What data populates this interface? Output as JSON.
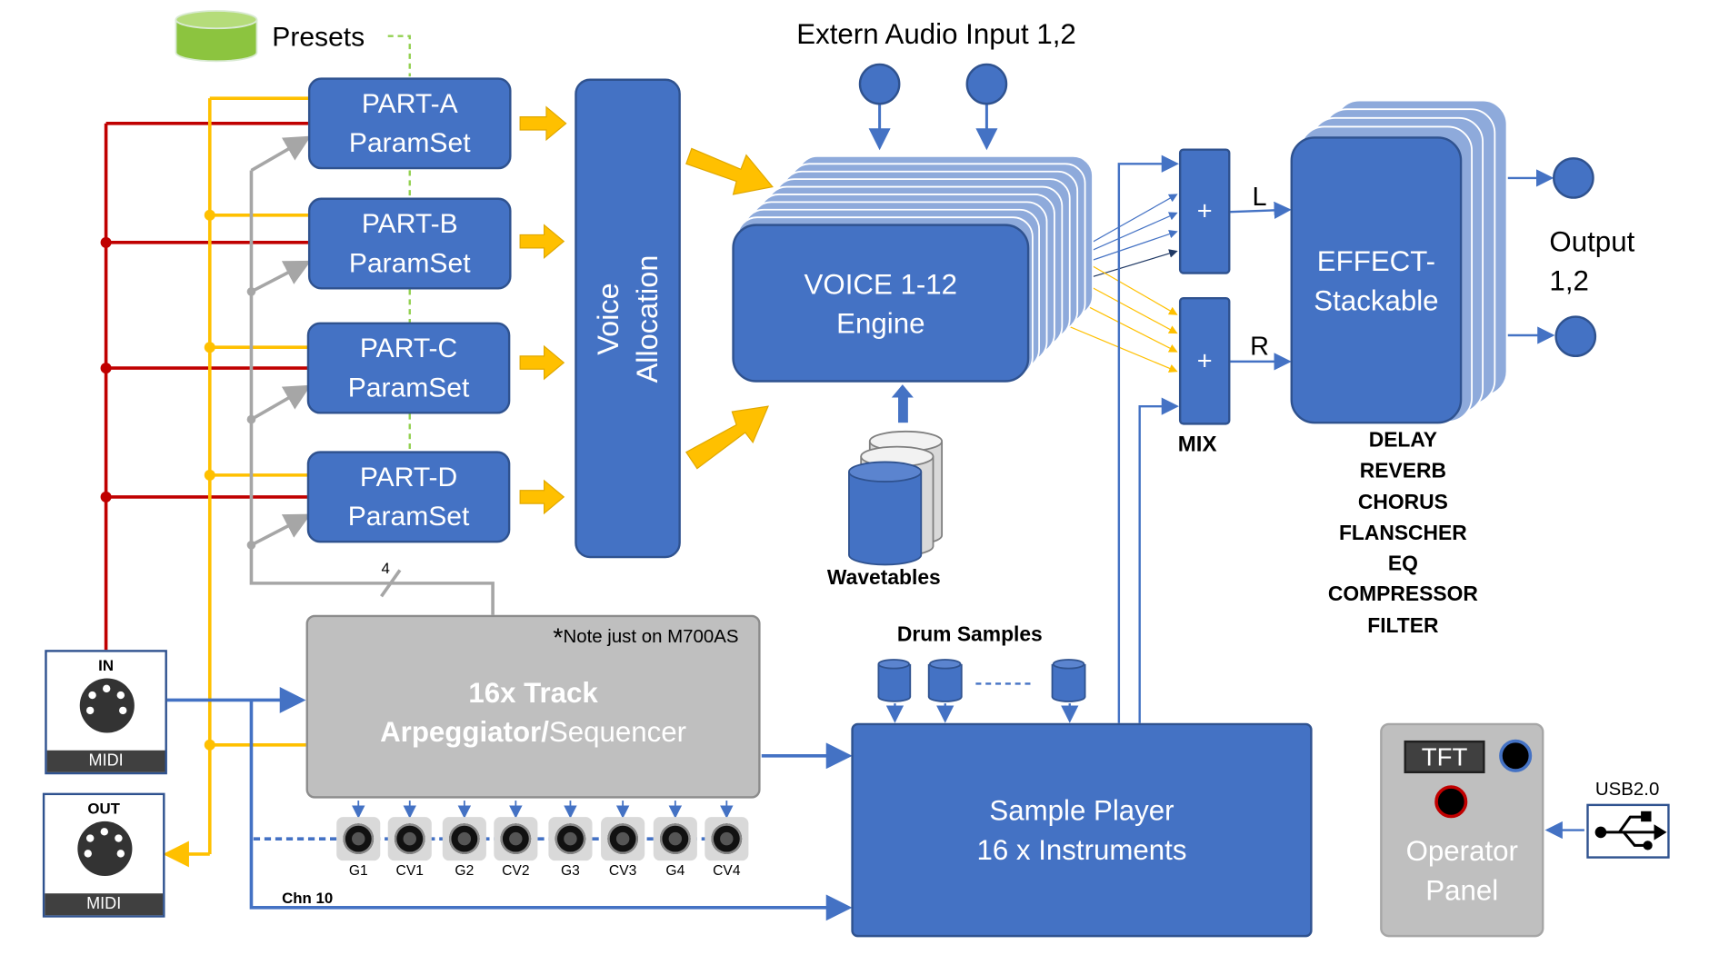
{
  "presets": {
    "label": "Presets"
  },
  "parts": [
    {
      "line1": "PART-A",
      "line2": "ParamSet"
    },
    {
      "line1": "PART-B",
      "line2": "ParamSet"
    },
    {
      "line1": "PART-C",
      "line2": "ParamSet"
    },
    {
      "line1": "PART-D",
      "line2": "ParamSet"
    }
  ],
  "voice_allocation": {
    "line1": "Voice",
    "line2": "Allocation"
  },
  "extern_input": {
    "label": "Extern Audio Input 1,2"
  },
  "voice_engine": {
    "line1": "VOICE 1-12",
    "line2": "Engine"
  },
  "wavetables": {
    "label": "Wavetables"
  },
  "mix": {
    "plus": "+",
    "label": "MIX",
    "left": "L",
    "right": "R"
  },
  "effect": {
    "line1": "EFFECT-",
    "line2": "Stackable"
  },
  "output": {
    "line1": "Output",
    "line2": "1,2"
  },
  "effects_list": [
    "DELAY",
    "REVERB",
    "CHORUS",
    "FLANSCHER",
    "EQ",
    "COMPRESSOR",
    "FILTER"
  ],
  "arpeggiator": {
    "note_star": "*",
    "note": "Note just on M700AS",
    "title": "16x Track",
    "line2_bold": "Arpeggiator/",
    "line2_rest": "Sequencer"
  },
  "bus_width": "4",
  "drum_samples": {
    "label": "Drum Samples"
  },
  "sample_player": {
    "line1": "Sample Player",
    "line2": "16 x Instruments"
  },
  "midi_in": {
    "label": "IN",
    "bar": "MIDI"
  },
  "midi_out": {
    "label": "OUT",
    "bar": "MIDI"
  },
  "jacks": [
    "G1",
    "CV1",
    "G2",
    "CV2",
    "G3",
    "CV3",
    "G4",
    "CV4"
  ],
  "chn10": "Chn 10",
  "operator_panel": {
    "tft": "TFT",
    "line1": "Operator",
    "line2": "Panel"
  },
  "usb": {
    "label": "USB2.0"
  },
  "colors": {
    "blue": "#4472c4",
    "red": "#c00000",
    "yellow": "#ffc000",
    "gray": "#a6a6a6",
    "green": "#92d050"
  }
}
